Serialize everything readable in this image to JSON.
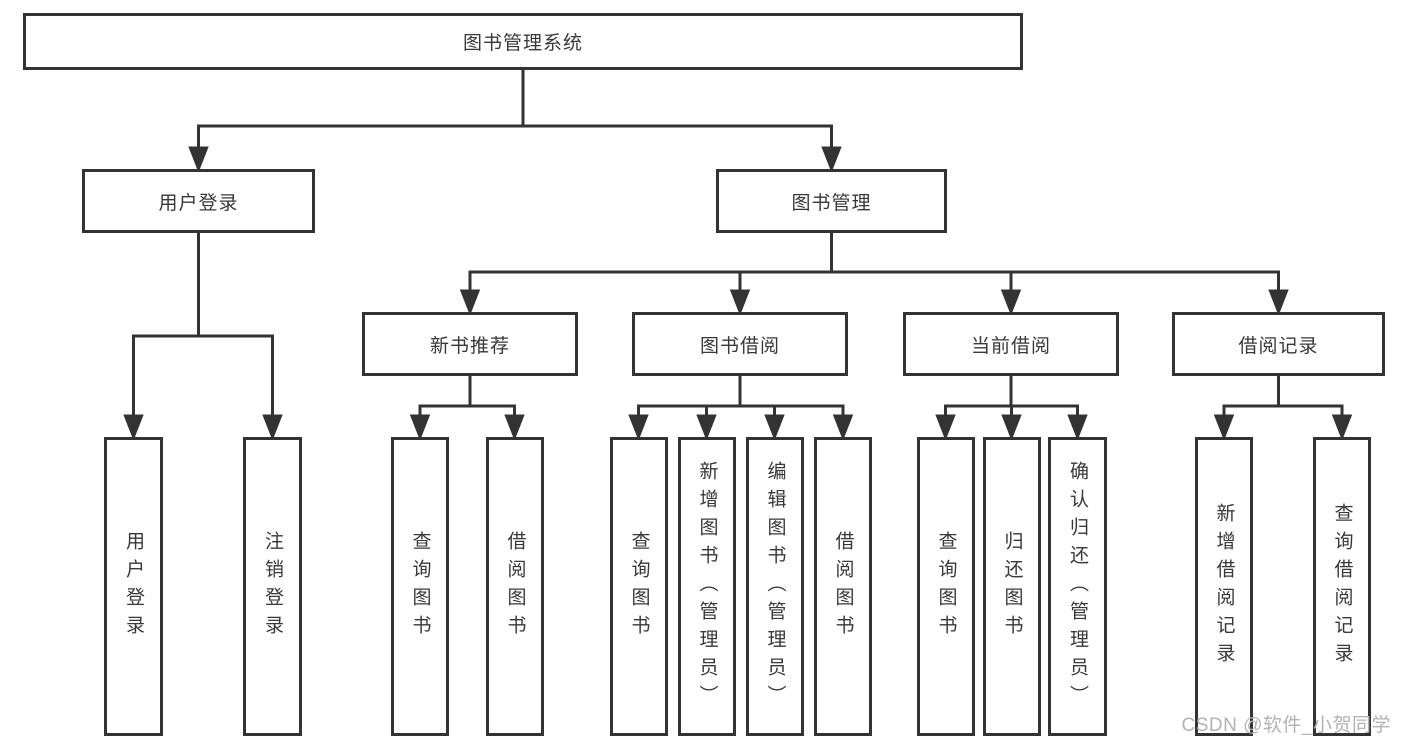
{
  "tree": {
    "root": {
      "label": "图书管理系统"
    },
    "level2": [
      {
        "label": "用户登录"
      },
      {
        "label": "图书管理"
      }
    ],
    "level3": [
      {
        "label": "新书推荐"
      },
      {
        "label": "图书借阅"
      },
      {
        "label": "当前借阅"
      },
      {
        "label": "借阅记录"
      }
    ],
    "leaves": [
      {
        "label": "用户登录"
      },
      {
        "label": "注销登录"
      },
      {
        "label": "查询图书"
      },
      {
        "label": "借阅图书"
      },
      {
        "label": "查询图书"
      },
      {
        "label": "新增图书（管理员）"
      },
      {
        "label": "编辑图书（管理员）"
      },
      {
        "label": "借阅图书"
      },
      {
        "label": "查询图书"
      },
      {
        "label": "归还图书"
      },
      {
        "label": "确认归还（管理员）"
      },
      {
        "label": "新增借阅记录"
      },
      {
        "label": "查询借阅记录"
      }
    ]
  },
  "watermark": {
    "text": "CSDN @软件_小贺同学"
  },
  "colors": {
    "line": "#333333",
    "text": "#383838",
    "watermark": "#b3b3b3",
    "background": "#ffffff"
  }
}
